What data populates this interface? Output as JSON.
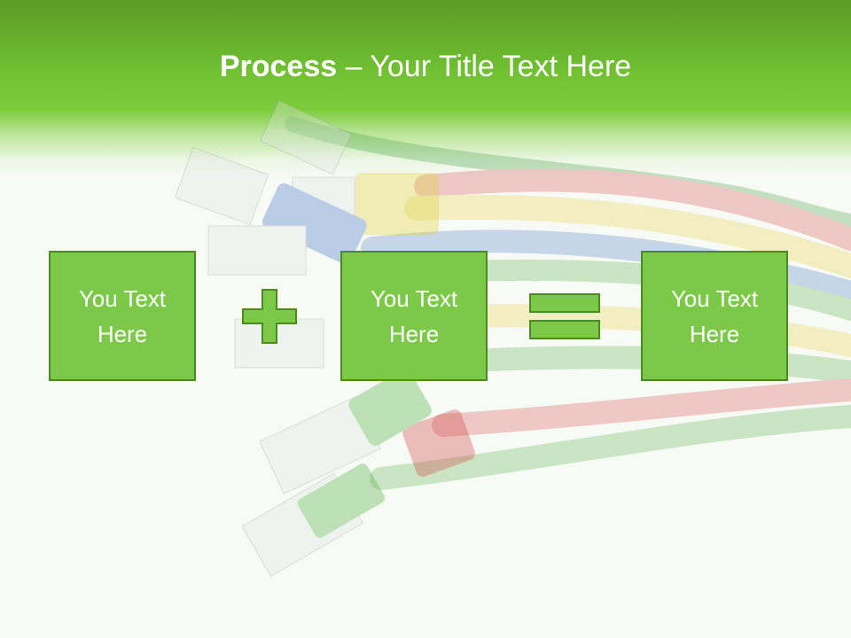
{
  "slide": {
    "title_bold": "Process",
    "title_dash": " – ",
    "title_rest": "Your Title Text Here"
  },
  "boxes": [
    {
      "line1": "You Text",
      "line2": "Here"
    },
    {
      "line1": "You Text",
      "line2": "Here"
    },
    {
      "line1": "You Text",
      "line2": "Here"
    }
  ],
  "operators": [
    "plus-icon",
    "equals-icon"
  ],
  "colors": {
    "header_green": "#70c032",
    "box_fill": "#7cc94a",
    "box_border": "#4e8a22",
    "cable_red": "#d9534f",
    "cable_yellow": "#e8d84a",
    "cable_blue": "#4a78c8",
    "cable_green": "#55b043"
  }
}
